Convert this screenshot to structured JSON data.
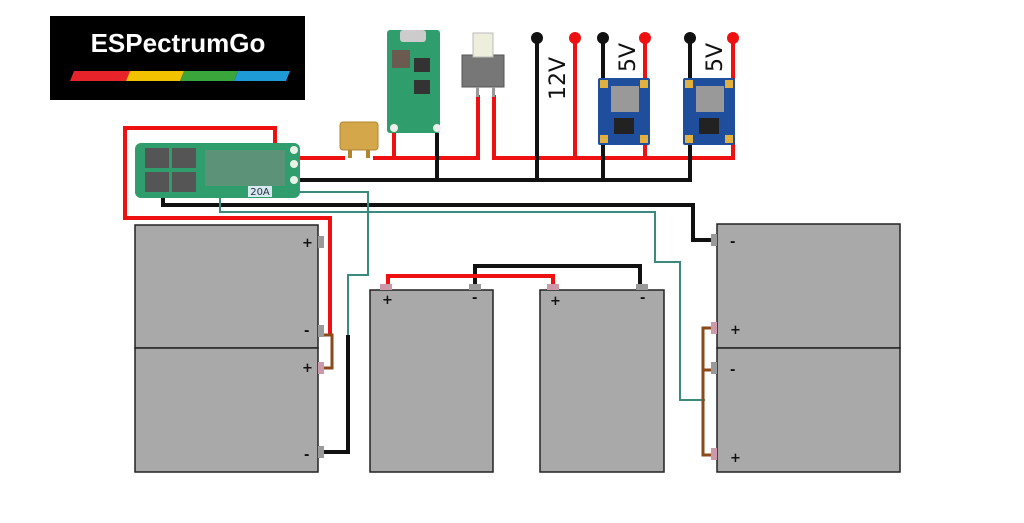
{
  "logo": {
    "text": "ESPectrumGo",
    "stripe_colors": [
      "#e8242a",
      "#f2c200",
      "#3aa53a",
      "#1e9ad6"
    ]
  },
  "bms": {
    "rating": "20A"
  },
  "outputs": [
    {
      "label": "12V"
    },
    {
      "label": "5V"
    },
    {
      "label": "5V"
    }
  ],
  "batteries": {
    "left_top": {
      "top": "+",
      "bottom": "-"
    },
    "left_bottom": {
      "top": "+",
      "bottom": "-"
    },
    "middle_1": {
      "left": "+",
      "right": "-"
    },
    "middle_2": {
      "left": "+",
      "right": "-"
    },
    "right_top": {
      "top": "-",
      "bottom": "+"
    },
    "right_bottom": {
      "top": "-",
      "bottom": "+"
    }
  },
  "colors": {
    "positive_wire": "#ee1111",
    "negative_wire": "#111111",
    "balance_wire": "#3a8a80",
    "battery": "#a9a9a9",
    "pcb_green": "#2f9e6c",
    "buck_blue": "#1f4e9c"
  }
}
